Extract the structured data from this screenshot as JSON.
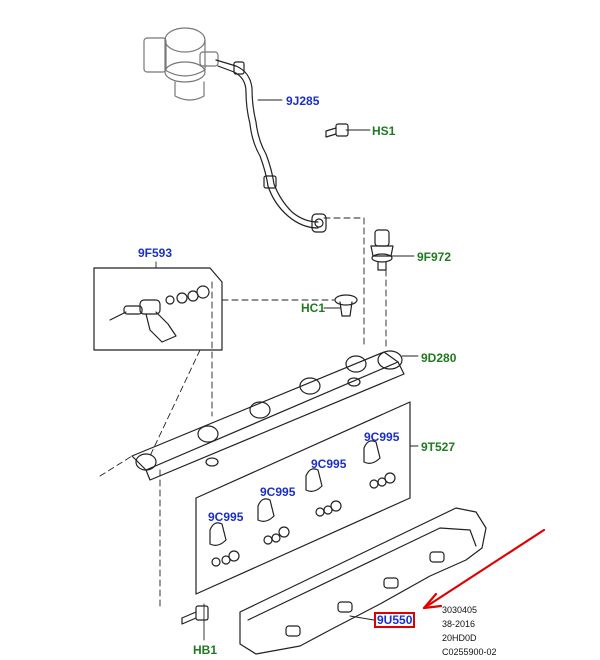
{
  "labels": {
    "hp_pipe": "9J285",
    "bolt_hs1": "HS1",
    "injector": "9F593",
    "pressure_sensor": "9F972",
    "clip_hc1": "HC1",
    "fuel_rail": "9D280",
    "seal_kit": "9T527",
    "clip_a": "9C995",
    "clip_b": "9C995",
    "clip_c": "9C995",
    "clip_d": "9C995",
    "heat_shield": "9U550",
    "bolt_hb1": "HB1"
  },
  "reference": [
    "3030405",
    "38-2016",
    "20HD0D",
    "C0255900-02"
  ],
  "colors": {
    "callout_blue": "#1a2fc8",
    "callout_green": "#1f7a1f",
    "highlight_red": "#e00000",
    "line": "#222222"
  }
}
